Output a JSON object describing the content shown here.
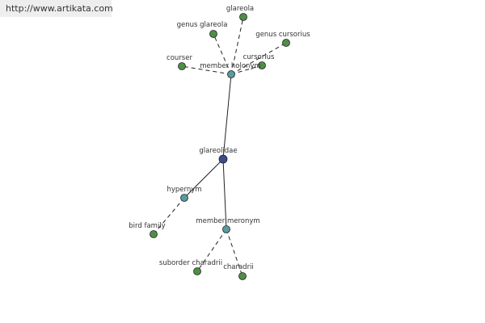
{
  "watermark": "http://www.artikata.com",
  "colors": {
    "edge": "#222222",
    "leaf_fill": "#4e8f45",
    "relation_fill": "#5a9aa0",
    "root_fill": "#3d4a8c",
    "node_stroke": "#222222"
  },
  "nodes": [
    {
      "id": "glareolidae",
      "label": "glareolidae",
      "kind": "root"
    },
    {
      "id": "member-holonym",
      "label": "member holonym",
      "kind": "relation"
    },
    {
      "id": "hypernym",
      "label": "hypernym",
      "kind": "relation"
    },
    {
      "id": "member-meronym",
      "label": "member meronym",
      "kind": "relation"
    },
    {
      "id": "glareola",
      "label": "glareola",
      "kind": "leaf"
    },
    {
      "id": "genus-glareola",
      "label": "genus glareola",
      "kind": "leaf"
    },
    {
      "id": "genus-cursorius",
      "label": "genus cursorius",
      "kind": "leaf"
    },
    {
      "id": "courser",
      "label": "courser",
      "kind": "leaf"
    },
    {
      "id": "cursorius",
      "label": "cursorius",
      "kind": "leaf"
    },
    {
      "id": "bird-family",
      "label": "bird family",
      "kind": "leaf"
    },
    {
      "id": "suborder-charadrii",
      "label": "suborder charadrii",
      "kind": "leaf"
    },
    {
      "id": "charadrii",
      "label": "charadrii",
      "kind": "leaf"
    }
  ],
  "edges": [
    {
      "from": "glareolidae",
      "to": "member-holonym",
      "style": "solid"
    },
    {
      "from": "glareolidae",
      "to": "hypernym",
      "style": "solid"
    },
    {
      "from": "glareolidae",
      "to": "member-meronym",
      "style": "solid"
    },
    {
      "from": "member-holonym",
      "to": "glareola",
      "style": "dashed"
    },
    {
      "from": "member-holonym",
      "to": "genus-glareola",
      "style": "dashed"
    },
    {
      "from": "member-holonym",
      "to": "genus-cursorius",
      "style": "dashed"
    },
    {
      "from": "member-holonym",
      "to": "courser",
      "style": "dashed"
    },
    {
      "from": "member-holonym",
      "to": "cursorius",
      "style": "dashed"
    },
    {
      "from": "hypernym",
      "to": "bird-family",
      "style": "dashed"
    },
    {
      "from": "member-meronym",
      "to": "suborder-charadrii",
      "style": "dashed"
    },
    {
      "from": "member-meronym",
      "to": "charadrii",
      "style": "dashed"
    }
  ]
}
